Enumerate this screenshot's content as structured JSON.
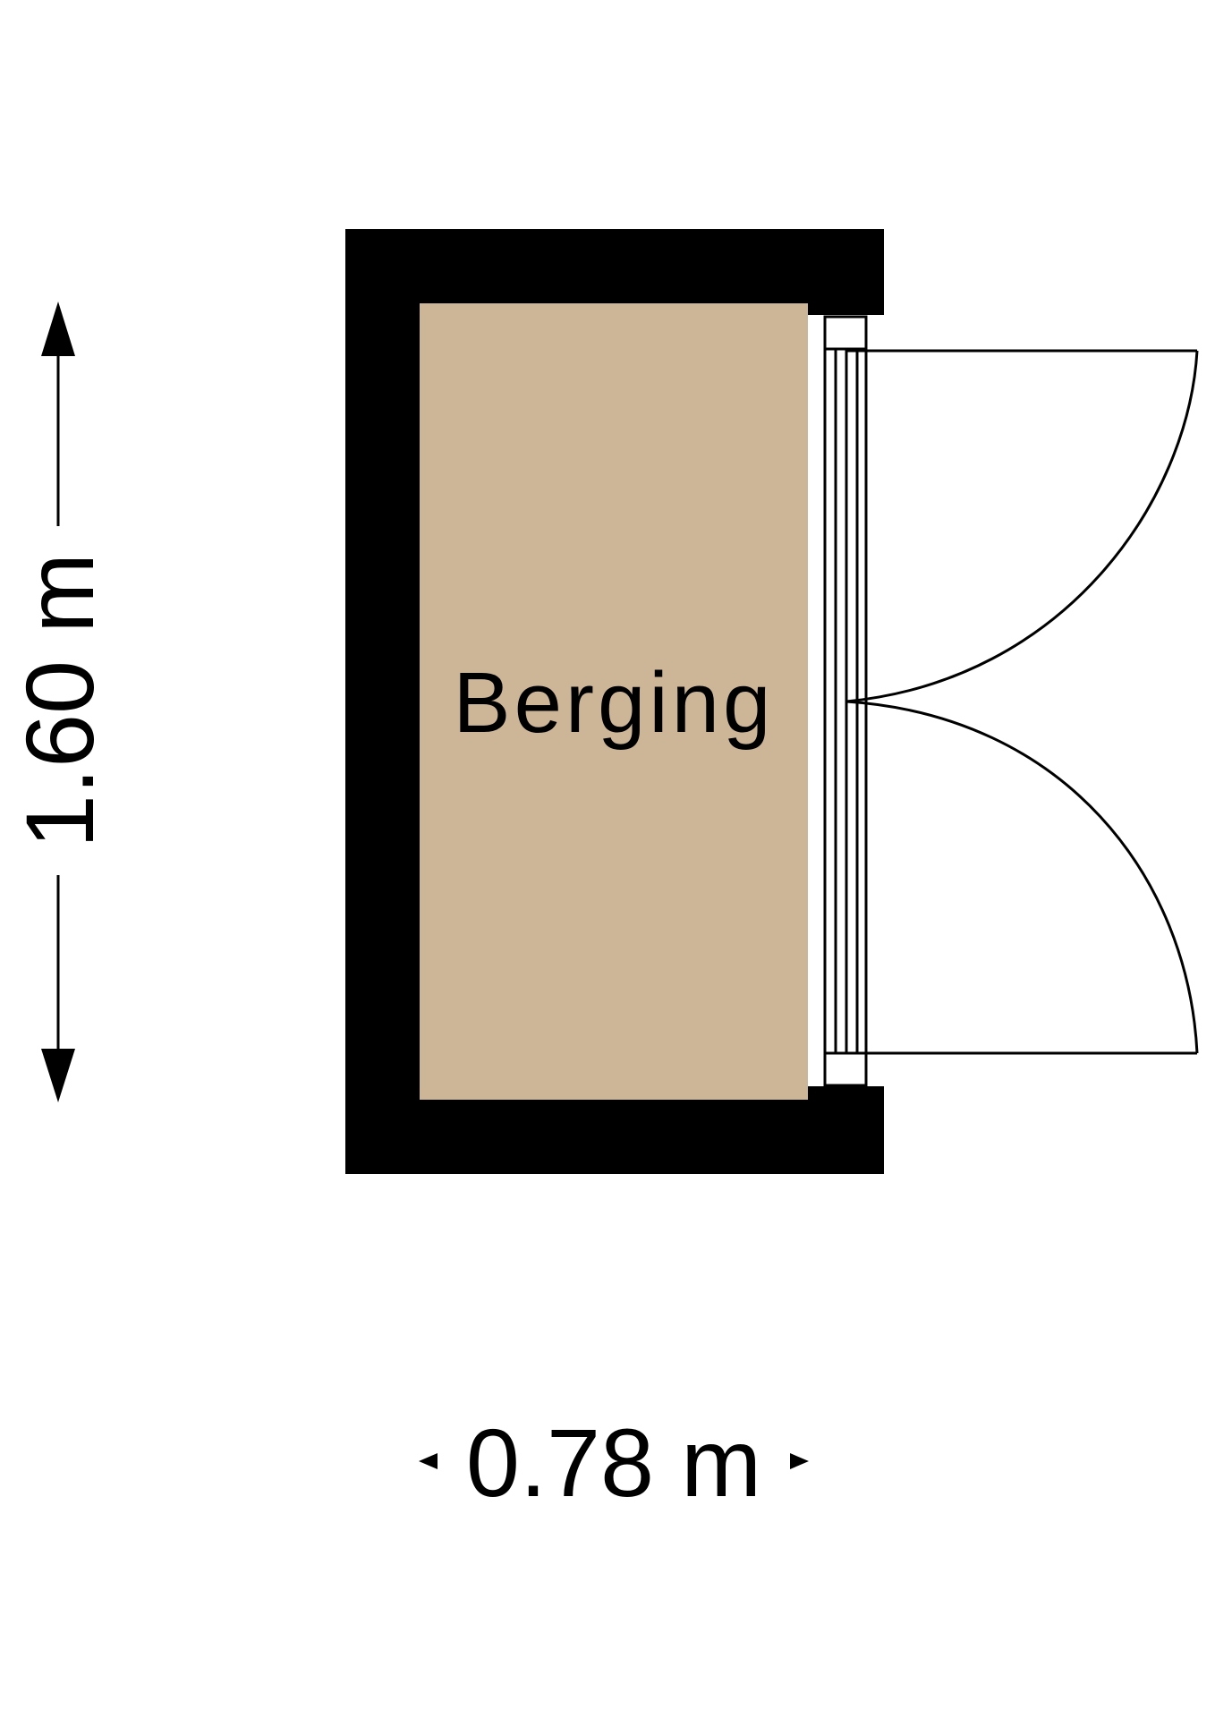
{
  "room": {
    "name": "Berging"
  },
  "dimensions": {
    "height_label": "1.60 m",
    "width_label": "0.78 m"
  },
  "colors": {
    "floor": "#cdb597",
    "wall": "#000000",
    "background": "#ffffff",
    "line": "#000000"
  },
  "icons": {
    "dimension_arrow": "triangle-arrow",
    "door_swing": "arc"
  }
}
